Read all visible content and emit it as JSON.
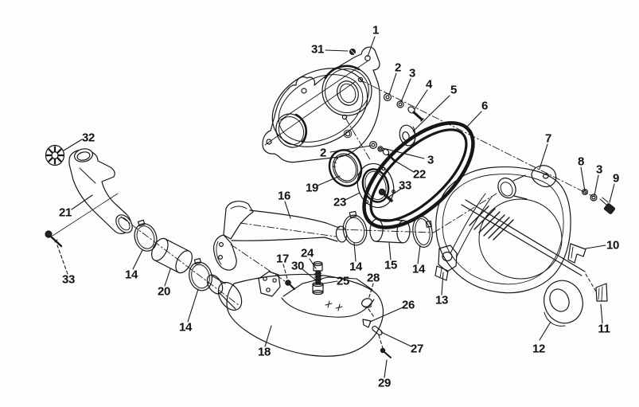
{
  "colors": {
    "ink": "#161616",
    "background": "#fdfdfd"
  },
  "callouts": [
    "1",
    "31",
    "2",
    "3",
    "4",
    "5",
    "6",
    "7",
    "8",
    "3",
    "9",
    "2",
    "3",
    "22",
    "33",
    "23",
    "19",
    "16",
    "32",
    "21",
    "33",
    "14",
    "20",
    "14",
    "17",
    "30",
    "24",
    "25",
    "28",
    "26",
    "27",
    "29",
    "18",
    "14",
    "15",
    "14",
    "13",
    "10",
    "11",
    "12"
  ]
}
